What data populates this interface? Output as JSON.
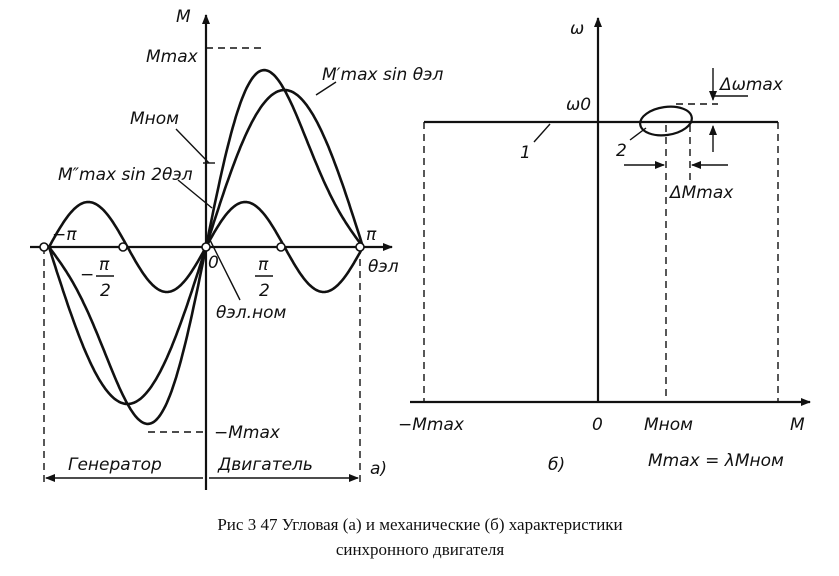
{
  "caption": {
    "line1": "Рис  3 47  Угловая (а) и механические (б) характеристики",
    "line2": "синхронного двигателя"
  },
  "panel_a": {
    "label": "а)",
    "axis_y": "M",
    "axis_x": "θэл",
    "mmax": "Mmax",
    "mnom": "Mном",
    "neg_mmax": "−Mmax",
    "curve1": "M′max sin θэл",
    "curve2": "M″max sin 2θэл",
    "theta_nom": "θэл.ном",
    "neg_pi": "−π",
    "pi": "π",
    "neg_pi2_num": "π",
    "neg_pi2_den": "2",
    "neg_pi2_sign": "−",
    "pi2_num": "π",
    "pi2_den": "2",
    "zero": "0",
    "generator": "Генератор",
    "motor": "Двигатель"
  },
  "panel_b": {
    "label": "б)",
    "axis_y": "ω",
    "axis_x": "M",
    "omega0": "ω0",
    "domega": "Δωmax",
    "dM": "ΔMmax",
    "neg_mmax": "−Mmax",
    "zero": "0",
    "mnom": "Mном",
    "relation": "Mmax = λMном",
    "marker1": "1",
    "marker2": "2"
  }
}
